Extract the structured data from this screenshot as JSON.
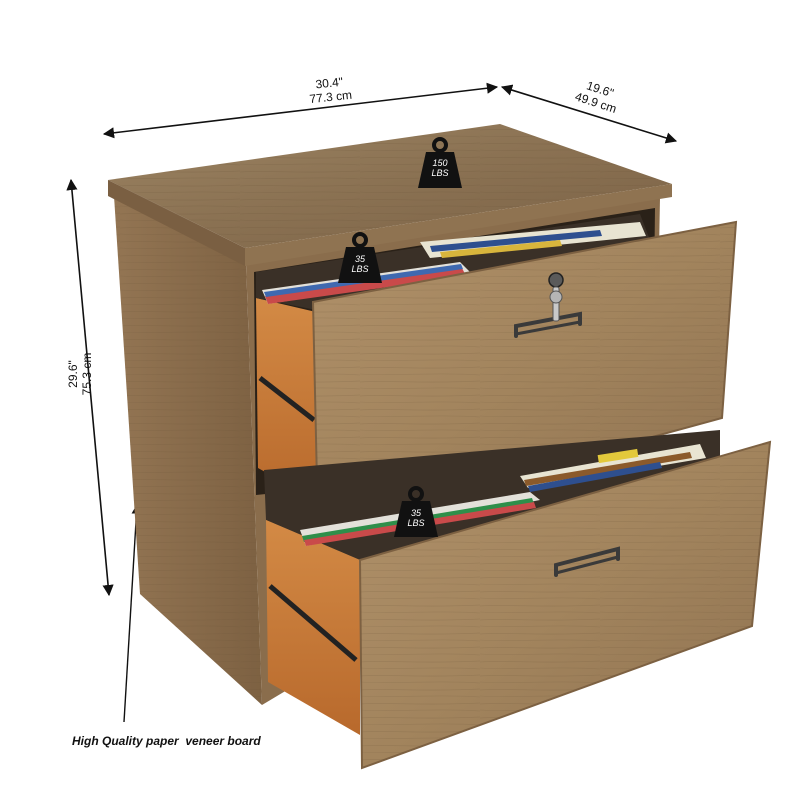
{
  "dimensions": {
    "width": {
      "in": "30.4\"",
      "cm": "77.3 cm"
    },
    "depth": {
      "in": "19.6\"",
      "cm": "49.9 cm"
    },
    "height": {
      "in": "29.6\"",
      "cm": "75.3 cm"
    }
  },
  "weights": {
    "top": {
      "value": "150",
      "unit": "LBS"
    },
    "drawer_top": {
      "value": "35",
      "unit": "LBS"
    },
    "drawer_bottom": {
      "value": "35",
      "unit": "LBS"
    }
  },
  "caption": "High Quality paper  veneer board",
  "colors": {
    "wood_light": "#a48863",
    "wood_mid": "#8f7350",
    "wood_dark": "#6f563a",
    "drawer_interior": "#c97a3a",
    "hardware": "#3a3a3a",
    "weight_icon": "#111111"
  }
}
